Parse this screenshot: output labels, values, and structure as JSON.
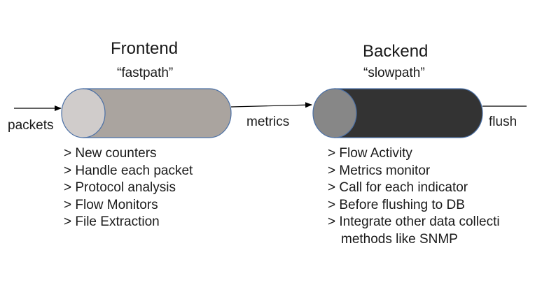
{
  "frontend": {
    "title": "Frontend",
    "subtitle": "“fastpath”",
    "input_label": "packets",
    "items": [
      "> New counters",
      "> Handle each packet",
      "> Protocol analysis",
      "> Flow Monitors",
      "> File Extraction"
    ]
  },
  "backend": {
    "title": "Backend",
    "subtitle": "“slowpath”",
    "output_label": "flush",
    "items": [
      "> Flow Activity",
      "> Metrics monitor",
      "> Call for each indicator",
      "> Before flushing to DB",
      "> Integrate other data collecti"
    ],
    "items_continuation": "methods  like SNMP"
  },
  "connector_label": "metrics",
  "colors": {
    "frontend_body": "#aaa49f",
    "frontend_cap": "#d0cccb",
    "backend_body": "#333333",
    "backend_cap": "#878787",
    "outline": "#4a6fa5",
    "arrow": "#000000"
  }
}
